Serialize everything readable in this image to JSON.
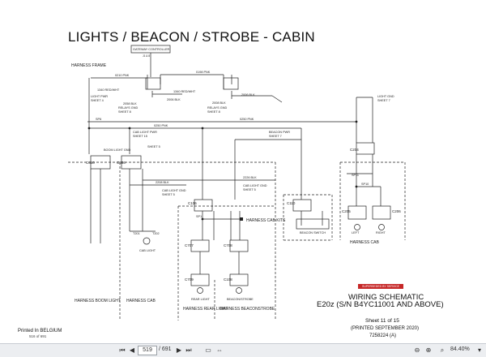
{
  "document": {
    "title": "LIGHTS / BEACON / STROBE - CABIN",
    "stamp": "SUPERSEDED BY SERVICE",
    "schematic_title": "WIRING SCHEMATIC",
    "model": "E20z (S/N B4YC11001 AND ABOVE)",
    "sheet": "Sheet 11 of 15",
    "printed": "(PRINTED SEPTEMBER 2020)",
    "part_number": "7258224 (A)",
    "printed_in": "Printed In BELGIUM",
    "page_ref": "516 of 691"
  },
  "diagram": {
    "labels": {
      "gateway": "GATEWAY CONTROLLER",
      "gateway_pin": "J1 & 8",
      "harness_frame": "HARNESS FRAME",
      "w0210": "0210 PNK",
      "w0198": "0198 PNK",
      "w1340_a": "1340 RED/WHT",
      "w1340_b": "1340 RED/WHT",
      "light_pwr": "LIGHT PWR",
      "light_pwr_sheet": "SHEET 4",
      "w2006": "2006 BLK",
      "relays_gnd_1": "RELAYS GND",
      "relays_gnd_1_sheet": "SHEET 8",
      "w2058": "2058 BLK",
      "relays_gnd_2": "RELAYS GND",
      "relays_gnd_2_sheet": "SHEET 8",
      "w2008": "2008 BLK",
      "w2006_b": "2006 BLK",
      "light_gnd": "LIGHT GND",
      "light_gnd_sheet": "SHEET 7",
      "beacon_pwr": "BEACON PWR",
      "beacon_pwr_sheet": "SHEET 7",
      "w0250_a": "0250 PNK",
      "w0250_b": "0250 PNK",
      "cab_light_pwr": "CAB LIGHT PWR",
      "cab_light_pwr_sheet": "SHEET 15",
      "boom_light_gnd": "BOOM LIGHT GND",
      "sheet5": "SHEET 5",
      "w2226": "2226 BLK",
      "cab_light_gnd": "CAB LIGHT GND",
      "sheet5_b": "SHEET 5",
      "w2208": "2208 BLK",
      "cab_light_gnd_2": "CAB LIGHT GND",
      "sheet5_c": "SHEET 5",
      "sp6": "SP6",
      "sp1": "SP1",
      "sp10": "SP10",
      "sp11": "SP11",
      "harness_cab_kits": "HARNESS CAB KITS",
      "cab_light": "CAB LIGHT",
      "beacon_switch": "BEACON SWITCH",
      "left": "LEFT",
      "right": "RIGHT",
      "harness_cab_r": "HARNESS CAB",
      "rear_light": "REAR LIGHT",
      "beacon_strobe": "BEACON/STROBE",
      "harness_boom_light": "HARNESS BOOM LIGHT",
      "harness_cab_b": "HARNESS CAB",
      "harness_rear_light": "HARNESS REAR LIGHT",
      "harness_beaconstrobe": "HARNESS BEACONSTROBE",
      "c460": "C460",
      "c036": "C036",
      "c106": "C106",
      "c110": "C110",
      "c204": "C204",
      "c205": "C205",
      "c206": "C206",
      "c707": "C707",
      "c708": "C708",
      "c709": "C709",
      "c108": "C108",
      "t201": "T201",
      "t202": "T202"
    }
  },
  "toolbar": {
    "page_current": "519",
    "page_total": "/ 691",
    "zoom": "84.40%"
  }
}
